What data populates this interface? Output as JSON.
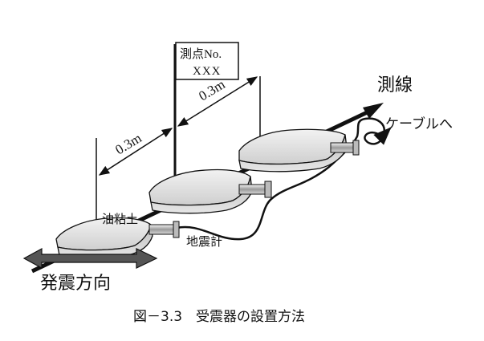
{
  "sign": {
    "line1": "測点No.",
    "line2": "XXX"
  },
  "spacing": {
    "upper": "0.3m",
    "lower": "0.3m"
  },
  "labels": {
    "survey_line": "測線",
    "to_cable": "ケーブルへ",
    "clay": "油粘土",
    "geophone": "地震計",
    "source_direction": "発震方向"
  },
  "caption": "図－3.3　受震器の設置方法"
}
